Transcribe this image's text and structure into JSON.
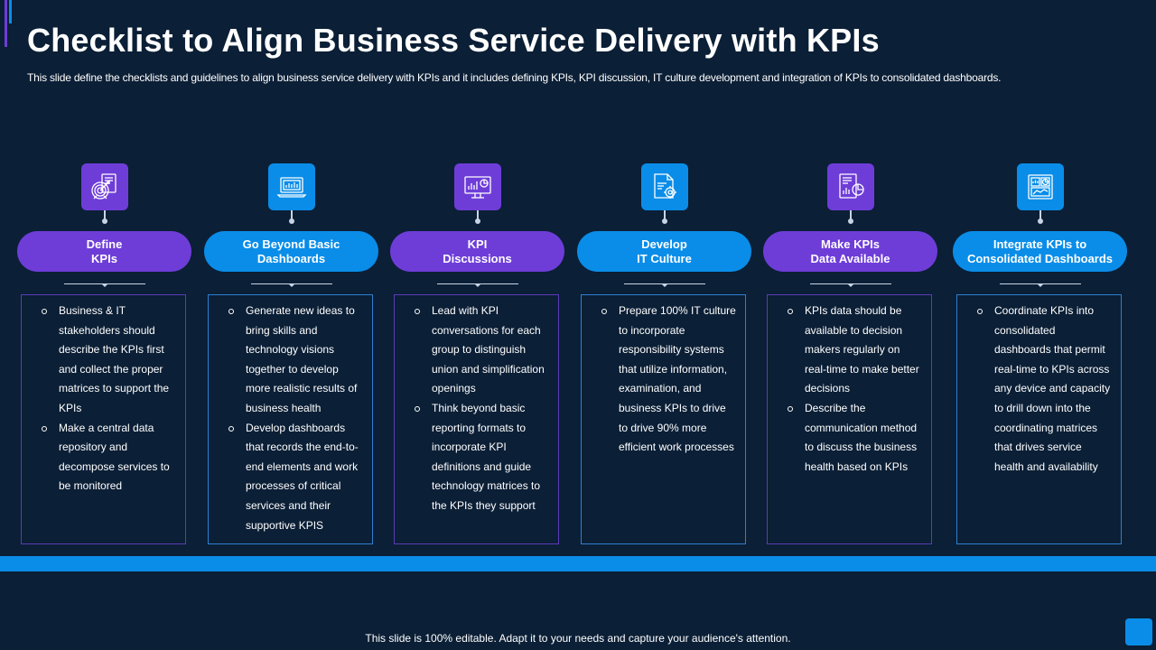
{
  "slide": {
    "title": "Checklist to Align Business Service Delivery with KPIs",
    "subtitle": "This slide define the checklists and guidelines to align business service delivery with KPIs and it includes defining KPIs, KPI discussion, IT culture development and integration of KPIs to consolidated dashboards.",
    "footer": "This slide is 100% editable. Adapt it to your needs and capture your audience's attention."
  },
  "colors": {
    "background": "#0b1f36",
    "purple": "#6e3dd8",
    "blue": "#0a8de8",
    "purple_border": "#5b3bb8",
    "blue_border": "#2f7fd0"
  },
  "columns": [
    {
      "heading": "Define\nKPIs",
      "icon": "target-document-icon",
      "theme": "purple",
      "bullets": [
        "Business & IT stakeholders should describe the KPIs first and collect the proper matrices to support the KPIs",
        "Make a central data repository and decompose services to be monitored"
      ]
    },
    {
      "heading": "Go Beyond Basic\nDashboards",
      "icon": "laptop-chart-icon",
      "theme": "blue",
      "bullets": [
        "Generate new ideas to bring skills and technology visions together to develop more realistic results of business health",
        "Develop dashboards that records the end-to-end elements and work processes of critical services and their supportive KPIS"
      ]
    },
    {
      "heading": "KPI\nDiscussions",
      "icon": "monitor-analytics-icon",
      "theme": "purple",
      "bullets": [
        "Lead with KPI conversations for each group to distinguish union and simplification openings",
        "Think beyond basic reporting formats to incorporate KPI definitions and guide technology matrices to the KPIs they support"
      ]
    },
    {
      "heading": "Develop\nIT Culture",
      "icon": "document-gear-icon",
      "theme": "blue",
      "bullets": [
        "Prepare 100% IT culture to incorporate responsibility systems that utilize information, examination, and business KPIs to drive to drive 90% more efficient work processes"
      ]
    },
    {
      "heading": "Make KPIs\nData Available",
      "icon": "report-pie-icon",
      "theme": "purple",
      "bullets": [
        "KPIs data should be available to decision makers regularly on real-time to make better decisions",
        "Describe the communication method to discuss the business health based on KPIs"
      ]
    },
    {
      "heading": "Integrate KPIs to\nConsolidated Dashboards",
      "icon": "dashboard-panels-icon",
      "theme": "blue",
      "bullets": [
        "Coordinate KPIs into consolidated dashboards that permit real-time to KPIs across any device and capacity to drill down into the coordinating matrices that drives service health and availability"
      ]
    }
  ]
}
